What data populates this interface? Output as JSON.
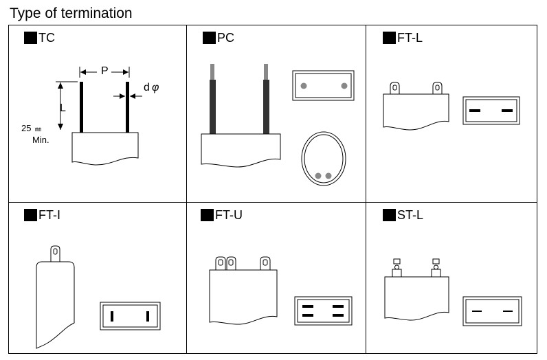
{
  "title": "Type of termination",
  "cells": [
    {
      "label": "TC",
      "dims": {
        "p": "P",
        "d": "d",
        "phi": "φ",
        "l": "L",
        "min_value": "25",
        "min_unit": "㎜",
        "min_label": "Min."
      }
    },
    {
      "label": "PC"
    },
    {
      "label": "FT-L"
    },
    {
      "label": "FT-I"
    },
    {
      "label": "FT-U"
    },
    {
      "label": "ST-L"
    }
  ],
  "colors": {
    "line": "#000000",
    "lead_dark": "#333333",
    "lead_tip": "#888888",
    "pin_dot": "#888888"
  }
}
